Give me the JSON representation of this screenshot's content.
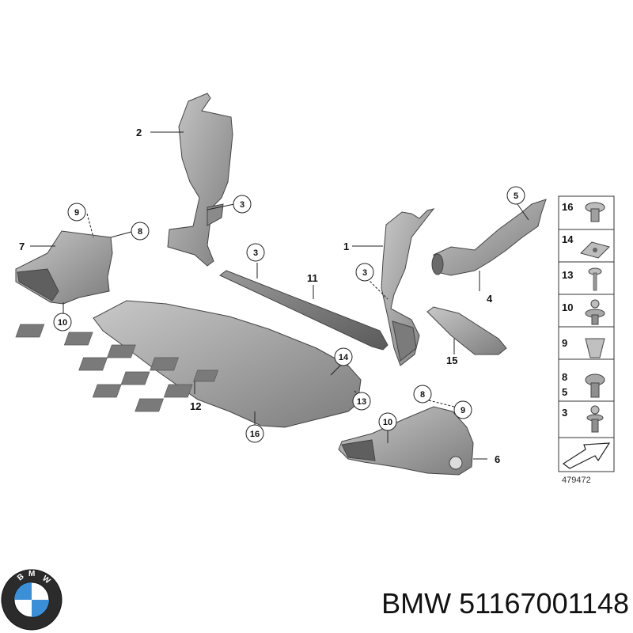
{
  "diagram": {
    "callouts": {
      "c1": "1",
      "c2": "2",
      "c3a": "3",
      "c3b": "3",
      "c3c": "3",
      "c4": "4",
      "c5": "5",
      "c6": "6",
      "c7": "7",
      "c8a": "8",
      "c8b": "8",
      "c9a": "9",
      "c9b": "9",
      "c10a": "10",
      "c10b": "10",
      "c11": "11",
      "c12": "12",
      "c13": "13",
      "c14": "14",
      "c15": "15",
      "c16": "16"
    },
    "parts_table": {
      "rows": [
        "16",
        "14",
        "13",
        "10",
        "9",
        "8",
        "5",
        "3"
      ]
    },
    "reference_number": "479472"
  },
  "brand": {
    "logo_letters": "BMW",
    "caption": "BMW 51167001148"
  },
  "colors": {
    "part_fill": "#a9a9a9",
    "part_dark": "#6f6f6f",
    "text": "#111111",
    "logo_blue": "#3a8fd6"
  }
}
